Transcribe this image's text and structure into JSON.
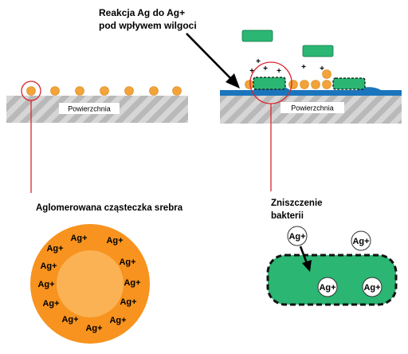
{
  "annotations": {
    "reaction_line1": "Reakcja Ag do Ag+",
    "reaction_line2": "pod wpływem wilgoci",
    "surface_left": "Powierzchnia",
    "surface_right": "Powierzchnia",
    "particle_title": "Aglomerowana cząsteczka srebra",
    "bacteria_line1": "Zniszczenie",
    "bacteria_line2": "bakterii"
  },
  "ions": {
    "label": "Ag+",
    "plus": "+"
  },
  "colors": {
    "silver_particle": "#F2A33A",
    "particle_outer": "#F7931E",
    "particle_inner": "#FBB254",
    "bacteria_green": "#2BB673",
    "moisture_blue": "#1B75BC",
    "callout_red": "#D7262E",
    "surface_hatch": "#BDBDBD"
  }
}
